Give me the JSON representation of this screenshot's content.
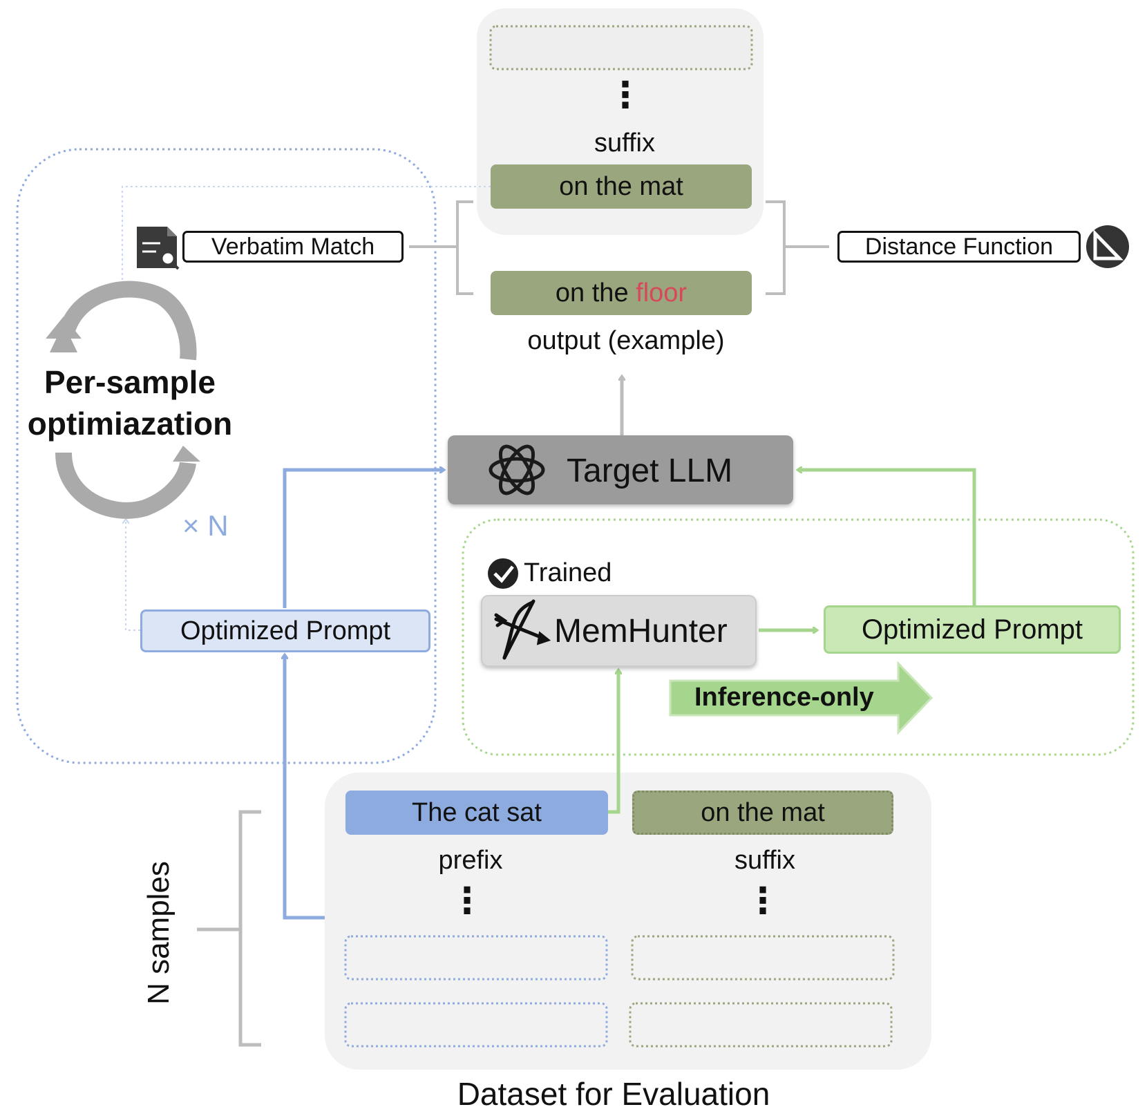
{
  "output_panel": {
    "suffix_label": "suffix",
    "suffix_value": "on the mat",
    "output_prefix": "on the",
    "output_word": "floor",
    "output_caption": "output (example)",
    "dots": "⋮"
  },
  "metrics": {
    "verbatim_match": "Verbatim Match",
    "distance_function": "Distance Function"
  },
  "per_sample": {
    "title_line1": "Per-sample",
    "title_line2": "optimiazation",
    "times_n": "× N",
    "optimized_prompt": "Optimized Prompt"
  },
  "target_llm": {
    "label": "Target LLM"
  },
  "memhunter": {
    "trained_label": "Trained",
    "name": "MemHunter",
    "optimized_prompt": "Optimized Prompt",
    "inference_label": "Inference-only"
  },
  "dataset": {
    "prefix_value": "The cat sat",
    "suffix_value": "on the mat",
    "prefix_label": "prefix",
    "suffix_label": "suffix",
    "dots": "⋮",
    "n_samples": "N samples",
    "caption": "Dataset for Evaluation"
  },
  "colors": {
    "blue": "#8eabdf",
    "olive": "#9aa77e",
    "green": "#a6d68e",
    "gray": "#bdbdbd",
    "highlight_red": "#d8485a"
  },
  "icons": [
    "document-search-icon",
    "set-square-icon",
    "openai-icon",
    "bow-arrow-icon",
    "checkmark-icon",
    "cycle-arrows-icon"
  ]
}
